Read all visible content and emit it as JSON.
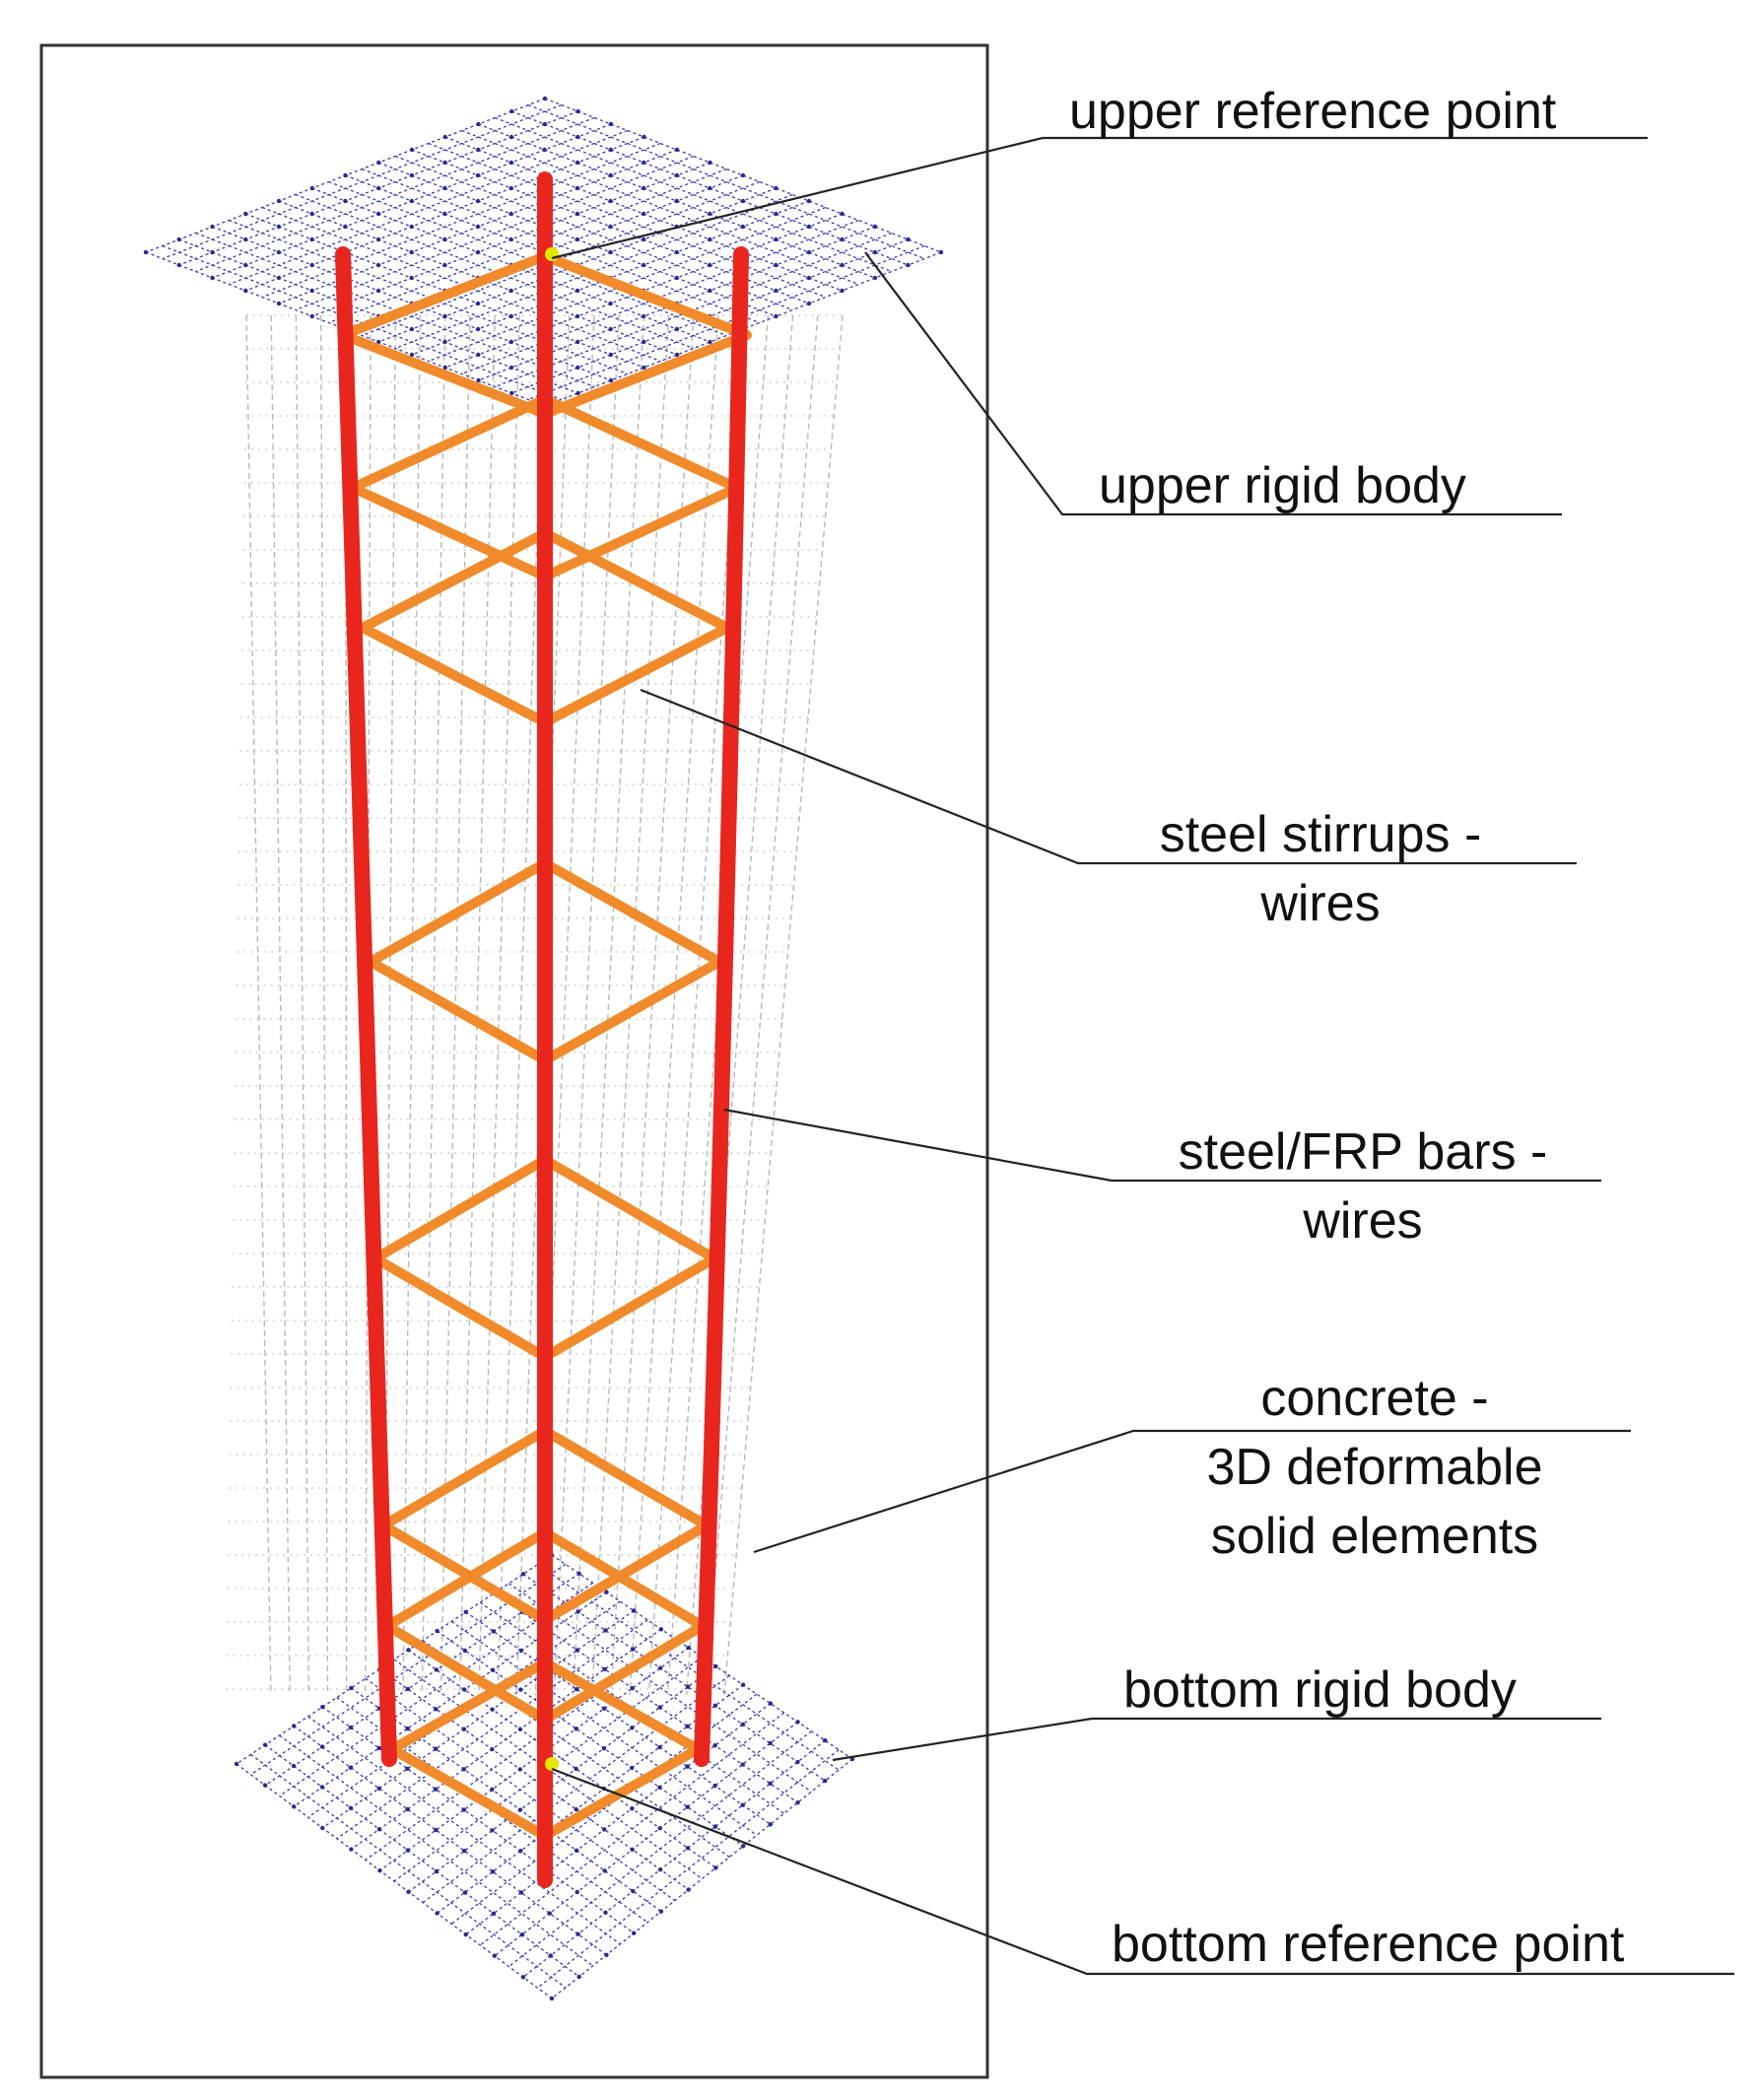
{
  "labels": {
    "upper_reference_point": "upper reference point",
    "upper_rigid_body": "upper rigid body",
    "steel_stirrups": [
      "steel stirrups -",
      "wires"
    ],
    "steel_frp_bars": [
      "steel/FRP bars -",
      "wires"
    ],
    "concrete": [
      "concrete -",
      "3D deformable",
      "solid elements"
    ],
    "bottom_rigid_body": "bottom rigid body",
    "bottom_reference_point": "bottom reference point"
  },
  "colors": {
    "frame": "#333333",
    "rigid_body_mesh": "#3a3ab0",
    "rigid_body_nodes": "#2a2a90",
    "concrete_mesh": "#b8b8b8",
    "longitudinal_bars": "#e8261e",
    "stirrups": "#f08a2a",
    "reference_point": "#e6e600",
    "leader_lines": "#222222"
  }
}
